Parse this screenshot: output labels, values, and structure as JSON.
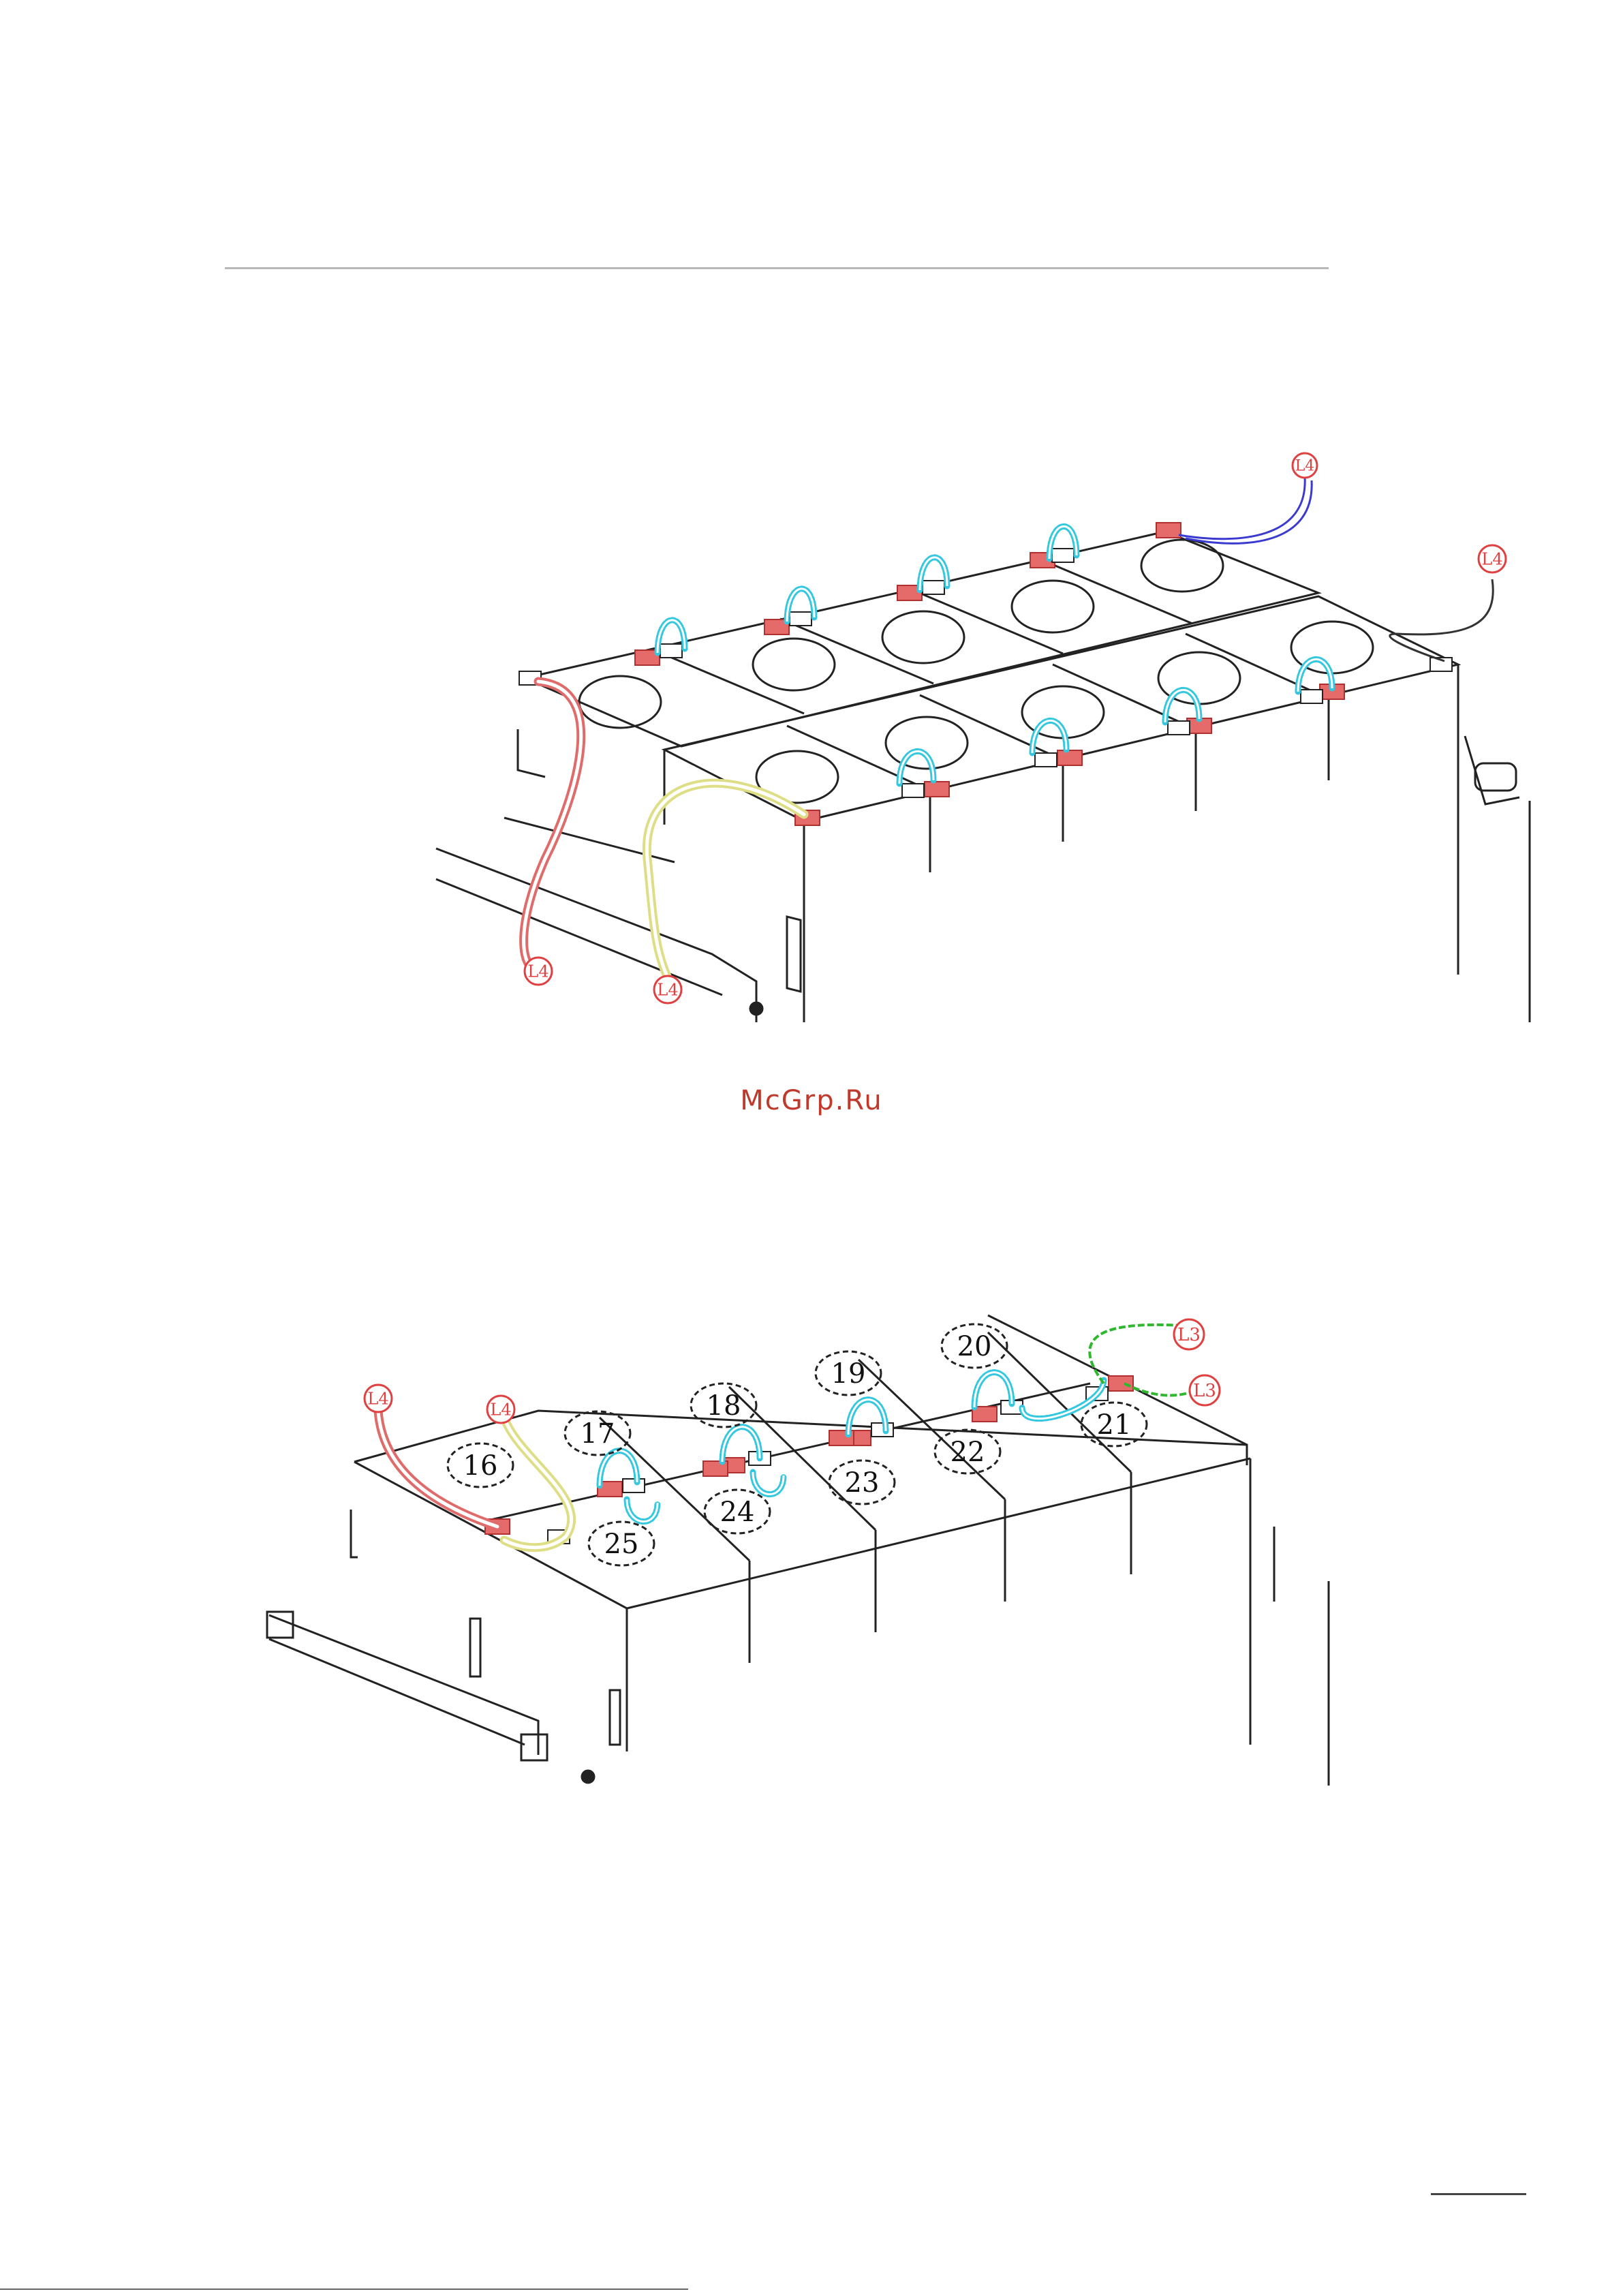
{
  "watermark": "McGrp.Ru",
  "colors": {
    "red_cable": "#e06b6b",
    "yellow_cable": "#dede86",
    "blue_cable": "#3a3ad0",
    "cyan_link": "#33c8e0",
    "green_cable": "#2fb82f",
    "terminal_red": "#e56a6a",
    "line": "#222222",
    "callout_red": "#e04040"
  },
  "top_figure": {
    "cable_labels": [
      "L4",
      "L4",
      "L4",
      "L4"
    ]
  },
  "bottom_figure": {
    "battery_numbers": [
      "16",
      "17",
      "18",
      "19",
      "20",
      "21",
      "22",
      "23",
      "24",
      "25"
    ],
    "cable_labels": [
      "L4",
      "L4",
      "L3",
      "L3"
    ]
  }
}
